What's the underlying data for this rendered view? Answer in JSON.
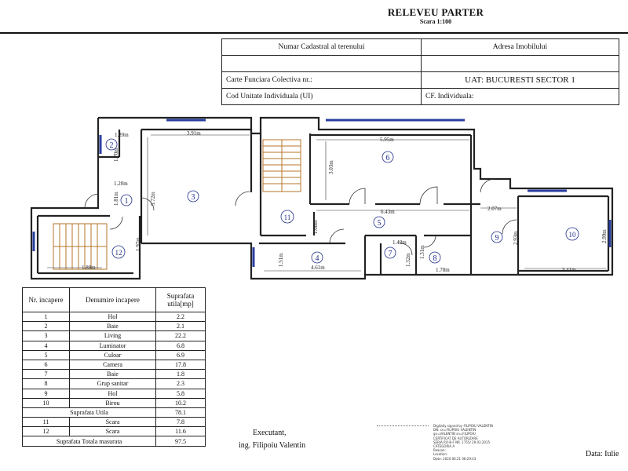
{
  "header": {
    "title": "RELEVEU PARTER",
    "scale": "Scara 1:100"
  },
  "info_table": {
    "cadastral_label": "Numar Cadastral al terenului",
    "address_label": "Adresa Imobilului",
    "carte_funciara_label": "Carte Funciara Colectiva nr.:",
    "uat": "UAT: BUCURESTI SECTOR 1",
    "unit_code_label": "Cod Unitate Individuala (UI)",
    "cf_individual_label": "CF. Individuala:"
  },
  "plan": {
    "rooms": [
      {
        "number": "1"
      },
      {
        "number": "2"
      },
      {
        "number": "3"
      },
      {
        "number": "4"
      },
      {
        "number": "5"
      },
      {
        "number": "6"
      },
      {
        "number": "7"
      },
      {
        "number": "8"
      },
      {
        "number": "9"
      },
      {
        "number": "10"
      },
      {
        "number": "11"
      },
      {
        "number": "12"
      }
    ],
    "dimensions": [
      "1.20m",
      "1.70m",
      "1.20m",
      "1.81m",
      "3.91m",
      "5.72m",
      "5.95m",
      "3.03m",
      "6.43m",
      "2.07m",
      "2.93m",
      "2.99m",
      "1.08m",
      "1.97m",
      "1.88m",
      "1.51m",
      "4.61m",
      "1.48m",
      "1.31m",
      "1.32m",
      "1.78m",
      "3.41m"
    ]
  },
  "room_table": {
    "headers": [
      "Nr. incapere",
      "Denumire incapere",
      "Suprafata utila[mp]"
    ],
    "rows": [
      {
        "nr": "1",
        "name": "Hol",
        "area": "2.2"
      },
      {
        "nr": "2",
        "name": "Baie",
        "area": "2.1"
      },
      {
        "nr": "3",
        "name": "Living",
        "area": "22.2"
      },
      {
        "nr": "4",
        "name": "Luminator",
        "area": "6.8"
      },
      {
        "nr": "5",
        "name": "Culoar",
        "area": "6.9"
      },
      {
        "nr": "6",
        "name": "Camera",
        "area": "17.8"
      },
      {
        "nr": "7",
        "name": "Baie",
        "area": "1.8"
      },
      {
        "nr": "8",
        "name": "Grup sanitar",
        "area": "2.3"
      },
      {
        "nr": "9",
        "name": "Hol",
        "area": "5.8"
      },
      {
        "nr": "10",
        "name": "Birou",
        "area": "10.2"
      }
    ],
    "suprafata_utila": {
      "label": "Suprafata Utila",
      "value": "78.1"
    },
    "stairs": [
      {
        "nr": "11",
        "name": "Scara",
        "area": "7.8"
      },
      {
        "nr": "12",
        "name": "Scara",
        "area": "11.6"
      }
    ],
    "total": {
      "label": "Suprafata Totala masurata",
      "value": "97.5"
    }
  },
  "executant": {
    "title": "Executant,",
    "name": "ing. Filipoiu Valentin"
  },
  "signature": {
    "lines": [
      "Digitally signed by FILIPOIU VALENTIN",
      "DN: cn=FILIPOIU VALENTIN",
      "gn=VALENTIN sn=FILIPOIU",
      "CERTIFICAT DE AUTORIZARE",
      "SERIA RO-B-F NR. 1755/ 29.03.2015",
      "CATEGORIA A",
      "Reason:",
      "Location:",
      "Date: 2020.06.21 08:29:43"
    ]
  },
  "date": "Data: Iulie",
  "colors": {
    "wall": "#222222",
    "window": "#2a3fa0",
    "stairs": "#b5752a",
    "room_circle": "#1f2f8a"
  }
}
